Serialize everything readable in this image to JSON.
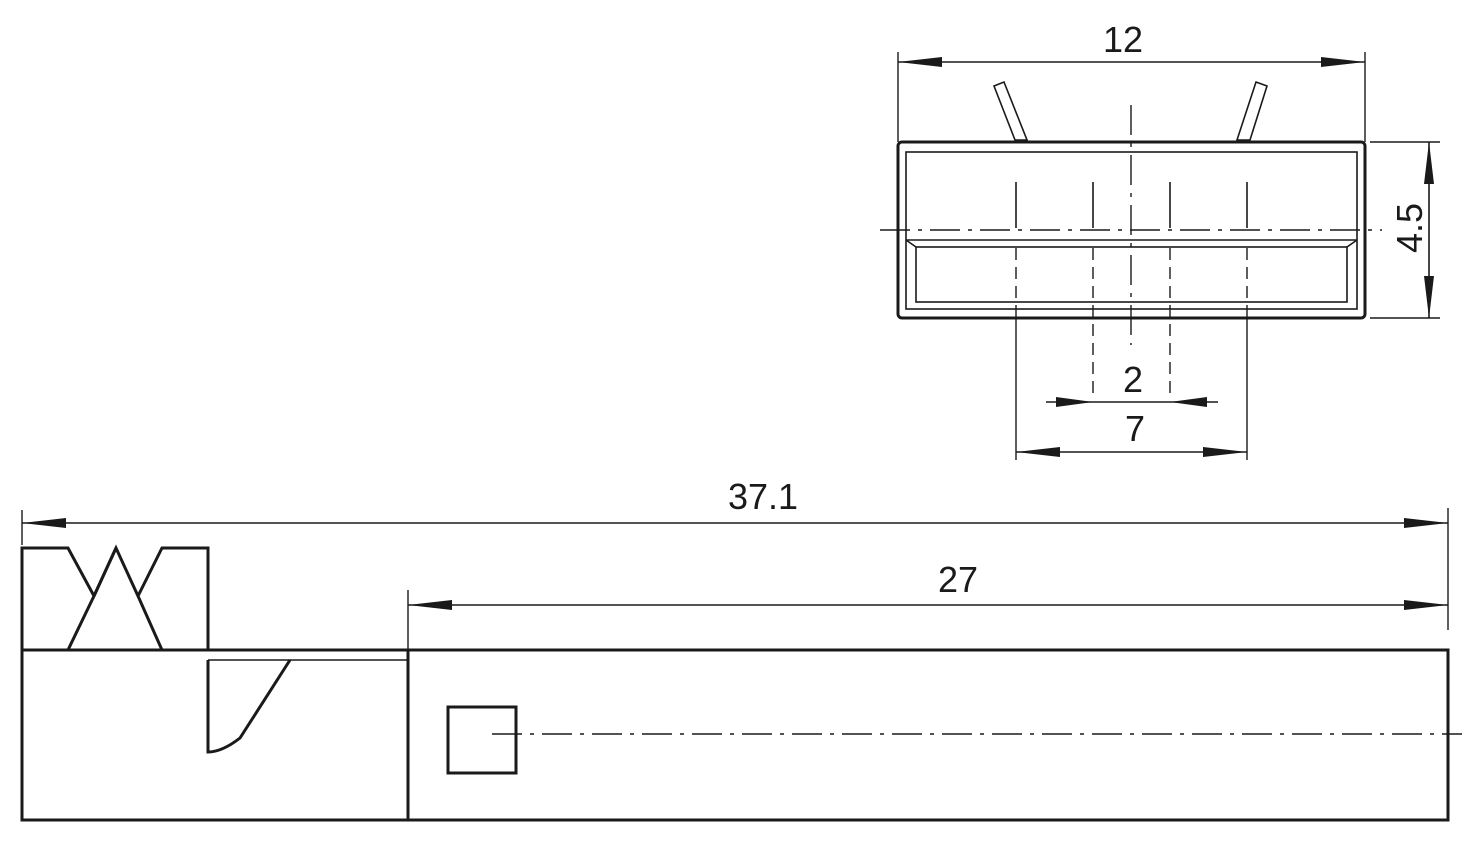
{
  "drawing": {
    "dimensions": {
      "end_width": "12",
      "end_height": "4.5",
      "inner_spacing": "2",
      "outer_spacing": "7",
      "overall_length": "37.1",
      "body_length": "27"
    },
    "line_color": "#1a1a1a",
    "background_color": "#ffffff"
  }
}
